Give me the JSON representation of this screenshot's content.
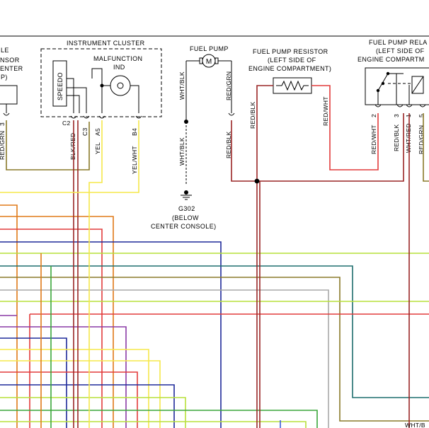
{
  "sensor": {
    "title_lines": [
      "LE",
      "NSOR",
      "ENTER",
      "P)"
    ],
    "pin_wire": "RED/GRN",
    "pin_num": "3"
  },
  "instrument_cluster": {
    "title": "INSTRUMENT CLUSTER",
    "speedo": "SPEEDO",
    "malfunction_lines": [
      "MALFUNCTION",
      "IND"
    ],
    "pins": [
      {
        "num": "C2",
        "wire": "BLK/RED"
      },
      {
        "num": "C3",
        "wire": ""
      },
      {
        "num": "A5",
        "wire": "YEL"
      },
      {
        "num": "B4",
        "wire": "YEL/WHT"
      }
    ]
  },
  "fuel_pump": {
    "title": "FUEL PUMP",
    "motor": "M",
    "wire_left": "WHT/BLK",
    "wire_right": "RED/GRN",
    "wire_down_left": "WHT/BLK",
    "wire_down_right": "RED/BLK"
  },
  "ground": {
    "id": "G302",
    "note_lines": [
      "(BELOW",
      "CENTER CONSOLE)"
    ]
  },
  "resistor": {
    "title_lines": [
      "FUEL PUMP RESISTOR",
      "(LEFT SIDE OF",
      "ENGINE COMPARTMENT)"
    ],
    "wire_left": "RED/BLK",
    "wire_right": "RED/WHT"
  },
  "relay": {
    "title_lines": [
      "FUEL PUMP RELA",
      "(LEFT SIDE OF",
      "ENGINE COMPARTM"
    ],
    "pins": [
      {
        "num": "2",
        "wire": "RED/WHT"
      },
      {
        "num": "3",
        "wire": "RED/BLK"
      },
      {
        "num": "1",
        "wire": "WHT/RED"
      },
      {
        "num": "5",
        "wire": "RED/GRN"
      }
    ]
  },
  "footer_fragment": "WHT/B",
  "colors": {
    "red": "#e23b3b",
    "dark_red": "#9a2626",
    "yellow": "#f5e84a",
    "orange": "#e07a18",
    "navy": "#1f2a9a",
    "teal": "#1f6e6e",
    "gray": "#a8a8a8",
    "lime": "#b7e03a",
    "green": "#3aa63a",
    "olive": "#8a7a2a",
    "purple": "#8a3aa6",
    "blue": "#3a5ad9"
  }
}
